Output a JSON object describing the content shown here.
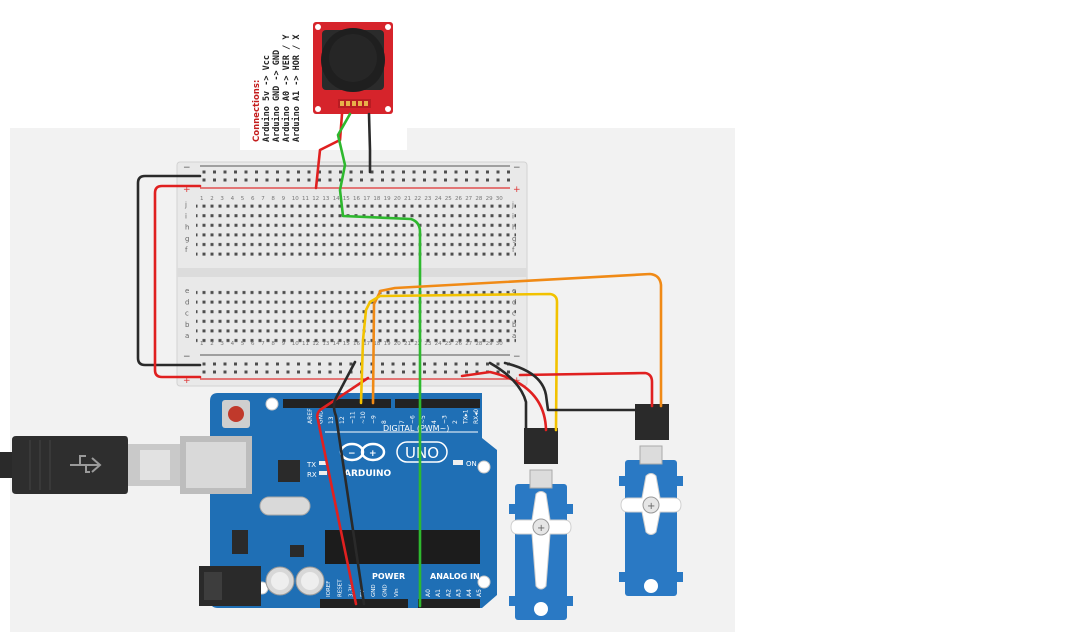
{
  "joystick_note": {
    "title": "Connections:",
    "lines": [
      "Arduino 5v  -> Vcc",
      "Arduino GND -> GND",
      "Arduino A0  -> VER / Y",
      "Arduino A1  -> HOR / X"
    ]
  },
  "breadboard": {
    "plus": "+",
    "minus": "−",
    "row_letters_top": [
      "j",
      "i",
      "h",
      "g",
      "f"
    ],
    "row_letters_bottom": [
      "e",
      "d",
      "c",
      "b",
      "a"
    ],
    "column_numbers": [
      "1",
      "2",
      "3",
      "4",
      "5",
      "6",
      "7",
      "8",
      "9",
      "10",
      "11",
      "12",
      "13",
      "14",
      "15",
      "16",
      "17",
      "18",
      "19",
      "20",
      "21",
      "22",
      "23",
      "24",
      "25",
      "26",
      "27",
      "28",
      "29",
      "30"
    ]
  },
  "arduino": {
    "brand": "ARDUINO",
    "model": "UNO",
    "digital_label": "DIGITAL (PWM~)",
    "power_label": "POWER",
    "analog_label": "ANALOG IN",
    "on_label": "ON",
    "tx_label": "TX",
    "rx_label": "RX",
    "top_pins": [
      "AREF",
      "GND",
      "13",
      "12",
      "~11",
      "~10",
      "~9",
      "8",
      "7",
      "~6",
      "~5",
      "4",
      "~3",
      "2",
      "TX▸1",
      "RX◂0"
    ],
    "power_pins": [
      "IOREF",
      "RESET",
      "3.3V",
      "5V",
      "GND",
      "GND",
      "Vin"
    ],
    "analog_pins": [
      "A0",
      "A1",
      "A2",
      "A3",
      "A4",
      "A5"
    ]
  },
  "colors": {
    "red_wire": "#e02020",
    "black_wire": "#2a2a2a",
    "green_wire": "#2eb82e",
    "yellow_wire": "#f2c200",
    "orange_wire": "#f08a16",
    "board_blue": "#1f6fb5",
    "servo_blue": "#2a79c4",
    "joystick_red": "#d6242b"
  },
  "icons": [
    "usb-cable-icon",
    "reset-button-icon",
    "arduino-logo-icon",
    "servo-horn-icon",
    "joystick-knob-icon"
  ]
}
